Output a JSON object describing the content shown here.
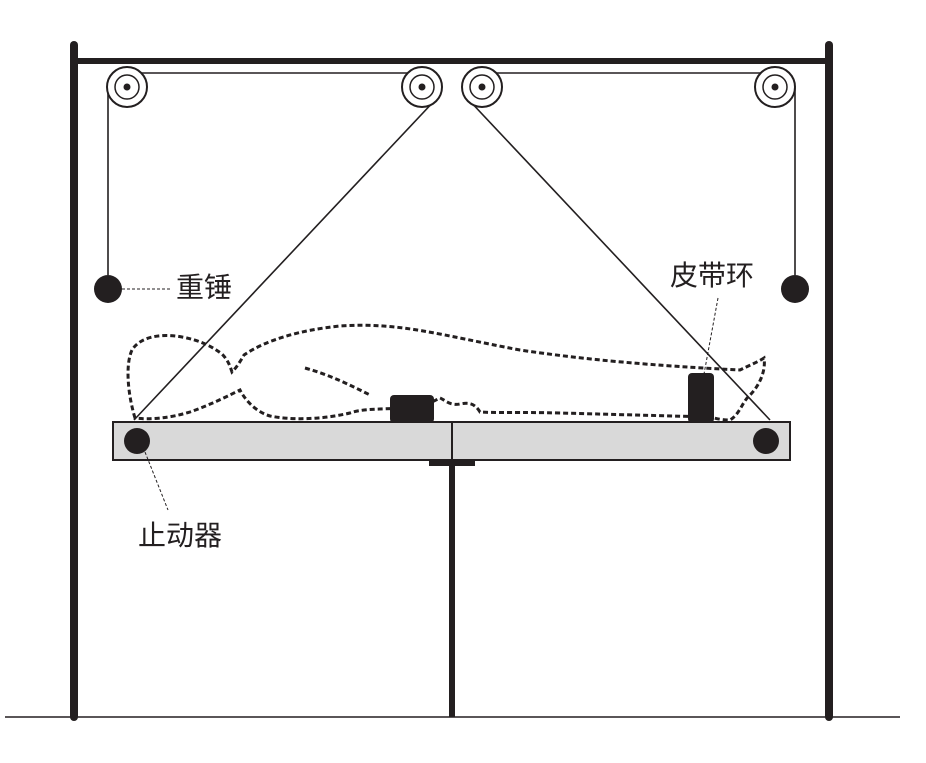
{
  "labels": {
    "hammer": "重锤",
    "belt_loop": "皮带环",
    "stopper": "止动器"
  },
  "colors": {
    "ink": "#231f20",
    "board_fill": "#d9d9d9",
    "background": "#ffffff"
  }
}
